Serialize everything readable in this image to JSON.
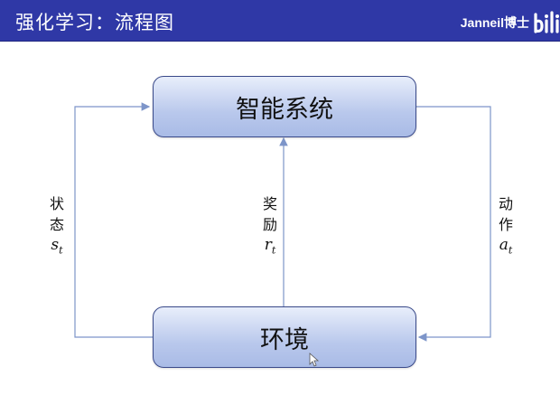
{
  "header": {
    "title": "强化学习：流程图",
    "brand": "Janneil博士"
  },
  "nodes": {
    "agent": "智能系统",
    "environment": "环境"
  },
  "edges": {
    "state": {
      "label": "状态",
      "symbol": "s",
      "subscript": "t"
    },
    "reward": {
      "label": "奖励",
      "symbol": "r",
      "subscript": "t"
    },
    "action": {
      "label": "动作",
      "symbol": "a",
      "subscript": "t"
    }
  },
  "colors": {
    "header_bg": "#2f38a6",
    "arrow": "#7d95c9",
    "box_fill": "#b9c8ec"
  }
}
